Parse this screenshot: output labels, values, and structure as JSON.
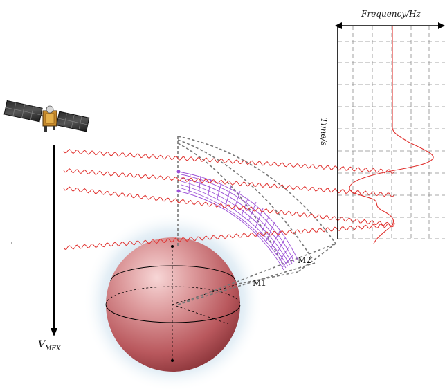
{
  "labels": {
    "frequency_axis": "Frequency/Hz",
    "time_axis": "Time/s",
    "velocity_symbol": "V",
    "velocity_subscript": "MEX",
    "m1": "M1",
    "m2": "M2"
  },
  "icons": {
    "spacecraft": "satellite-icon",
    "planet": "mars-sphere-icon"
  },
  "colors": {
    "signal": "#e0322f",
    "mesh": "#9b4fd6",
    "dashed": "#7a7a7a",
    "planet": "#c96d72",
    "halo": "#b9d3e6",
    "axis": "#000000",
    "grid": "#8a8a8a"
  }
}
